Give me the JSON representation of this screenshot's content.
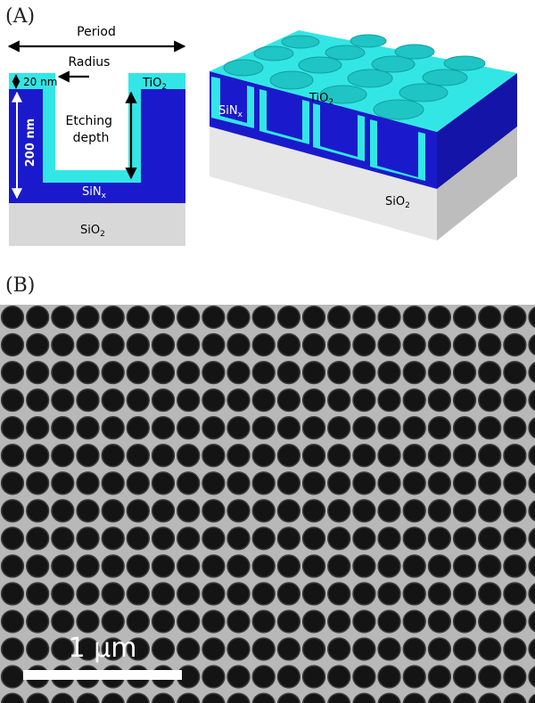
{
  "panel_a": {
    "label": "(A)",
    "cross_section": {
      "period_label": "Period",
      "radius_label": "Radius",
      "thickness_label": "20 nm",
      "height_label": "200 nm",
      "etch_label_line1": "Etching",
      "etch_label_line2": "depth",
      "tio2_base": "TiO",
      "tio2_sub": "2",
      "sinx_base": "SiN",
      "sinx_sub": "x",
      "sio2_base": "SiO",
      "sio2_sub": "2"
    },
    "perspective": {
      "tio2_base": "TiO",
      "tio2_sub": "2",
      "sinx_base": "SiN",
      "sinx_sub": "x",
      "sio2_base": "SiO",
      "sio2_sub": "2"
    },
    "colors": {
      "tio2": "#33e6e6",
      "sinx": "#1a1acc",
      "sio2": "#d8d8d8"
    }
  },
  "panel_b": {
    "label": "(B)",
    "scale_bar_label": "1 µm",
    "grid_rows": 15,
    "grid_cols": 22
  }
}
